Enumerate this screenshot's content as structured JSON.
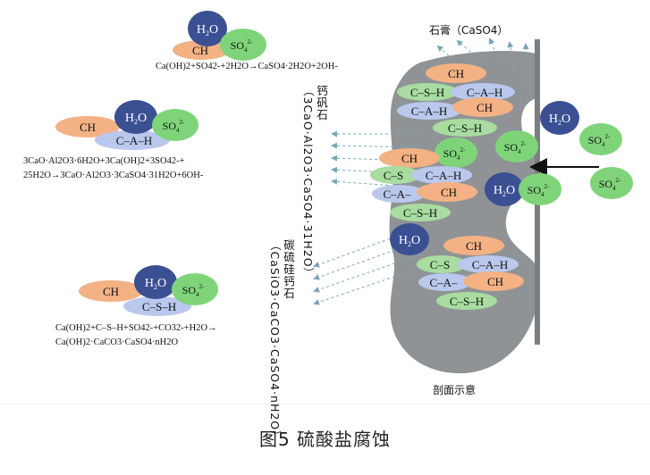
{
  "molecules": {
    "h2o": "H2O",
    "ch": "CH",
    "so4": "SO42-",
    "csh": "C–S–H",
    "cah": "C–A–H",
    "ca_h": "C–A–H",
    "cs": "C–S",
    "ca": "C–A–"
  },
  "equations": {
    "eq1": "Ca(OH)2+SO42-+2H2O→CaSO4·2H2O+2OH-",
    "eq2_line1": "3CaO·Al2O3·6H2O+3Ca(OH)2+3SO42-+",
    "eq2_line2": "25H2O→3CaO·Al2O3·3CaSO4·31H2O+6OH-",
    "eq3_line1": "Ca(OH)2+C–S–H+SO42-+CO32-+H2O→",
    "eq3_line2": "Ca(OH)2·CaCO3·CaSO4·nH2O"
  },
  "labels": {
    "gypsum": "石膏（CaSO4）",
    "ettringite": "钙矾石（3CaO·Al2O3·CaSO4·31H2O）",
    "thaumasite": "碳硫硅钙石（CaSiO3·CaCO3·CaSO4·nH2O）",
    "section": "剖面示意"
  },
  "caption": "图5 硫酸盐腐蚀",
  "colors": {
    "h2o": "#3b4f93",
    "ch": "#f3b184",
    "so4": "#7fd47a",
    "csh": "#a8dca0",
    "cah": "#b9c8ec",
    "concrete": "#8f9396",
    "wall": "#7a7e82",
    "arrow": "#7aa7b8"
  }
}
